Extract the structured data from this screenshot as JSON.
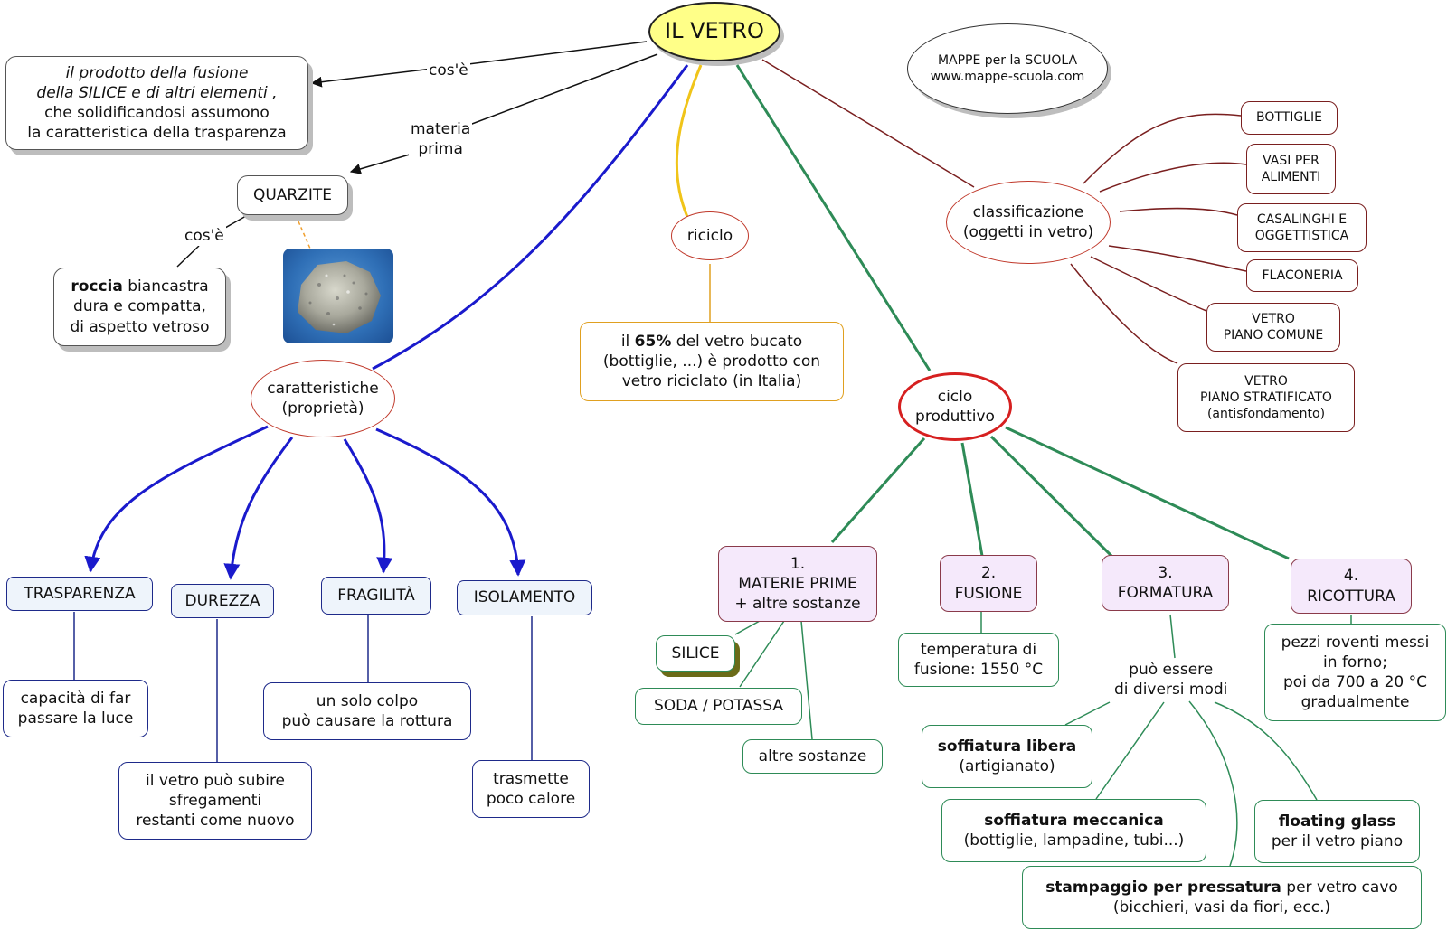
{
  "title": "IL VETRO",
  "credit": {
    "line1": "MAPPE per la SCUOLA",
    "line2": "www.mappe-scuola.com"
  },
  "links": {
    "cose": "cos'è",
    "materia_prima_1": "materia",
    "materia_prima_2": "prima",
    "cose2": "cos'è"
  },
  "definition": {
    "line1": "il prodotto della fusione",
    "line2": "della SILICE e di altri elementi ,",
    "line3": "che solidificandosi assumono",
    "line4": "la caratteristica della trasparenza"
  },
  "quarzite": {
    "label": "QUARZITE",
    "desc_bold": "roccia",
    "desc_rest": " biancastra",
    "desc_line2": "dura e compatta,",
    "desc_line3": "di aspetto vetroso"
  },
  "caratteristiche": {
    "line1": "caratteristiche",
    "line2": "(proprietà)",
    "items": [
      {
        "label": "TRASPARENZA",
        "desc1": "capacità di far",
        "desc2": "passare la luce"
      },
      {
        "label": "DUREZZA",
        "desc1": "il vetro può subire",
        "desc2": "sfregamenti",
        "desc3": "restanti come nuovo"
      },
      {
        "label": "FRAGILITÀ",
        "desc1": "un solo colpo",
        "desc2": "può causare la rottura"
      },
      {
        "label": "ISOLAMENTO",
        "desc1": "trasmette",
        "desc2": "poco calore"
      }
    ]
  },
  "riciclo": {
    "label": "riciclo",
    "text_pre": "il ",
    "text_bold": "65%",
    "text_post": " del vetro bucato",
    "line2": "(bottiglie, ...) è prodotto con",
    "line3": "vetro riciclato (in Italia)"
  },
  "ciclo": {
    "line1": "ciclo",
    "line2": "produttivo",
    "steps": [
      {
        "num": "1.",
        "line1": "MATERIE PRIME",
        "line2": "+ altre sostanze"
      },
      {
        "num": "2.",
        "line1": "FUSIONE"
      },
      {
        "num": "3.",
        "line1": "FORMATURA"
      },
      {
        "num": "4.",
        "line1": "RICOTTURA"
      }
    ],
    "materials": [
      "SILICE",
      "SODA / POTASSA",
      "altre sostanze"
    ],
    "fusione_desc1": "temperatura di",
    "fusione_desc2": "fusione: 1550 °C",
    "formatura_desc1": "può essere",
    "formatura_desc2": "di diversi modi",
    "methods": [
      {
        "bold": "soffiatura libera",
        "rest": "(artigianato)"
      },
      {
        "bold": "soffiatura meccanica",
        "rest": "(bottiglie, lampadine, tubi...)"
      },
      {
        "bold": "floating glass",
        "rest": "per il vetro piano"
      },
      {
        "bold": "stampaggio per pressatura",
        "rest_inline": " per vetro cavo",
        "rest": "(bicchieri, vasi da fiori, ecc.)"
      }
    ],
    "ricottura_desc1": "pezzi roventi messi",
    "ricottura_desc2": "in forno;",
    "ricottura_desc3": "poi da 700 a  20 °C",
    "ricottura_desc4": "gradualmente"
  },
  "classificazione": {
    "line1": "classificazione",
    "line2": "(oggetti in vetro)",
    "items": [
      {
        "l1": "BOTTIGLIE"
      },
      {
        "l1": "VASI PER",
        "l2": "ALIMENTI"
      },
      {
        "l1": "CASALINGHI E",
        "l2": "OGGETTISTICA"
      },
      {
        "l1": "FLACONERIA"
      },
      {
        "l1": "VETRO",
        "l2": "PIANO COMUNE"
      },
      {
        "l1": "VETRO",
        "l2": "PIANO STRATIFICATO",
        "l3": "(antisfondamento)"
      }
    ]
  },
  "colors": {
    "title_fill": "#ffff88",
    "blue_link": "#1a1acc",
    "green_link": "#2e8b57",
    "yellow_link": "#f0c419",
    "brown_link": "#7a1f1f"
  }
}
